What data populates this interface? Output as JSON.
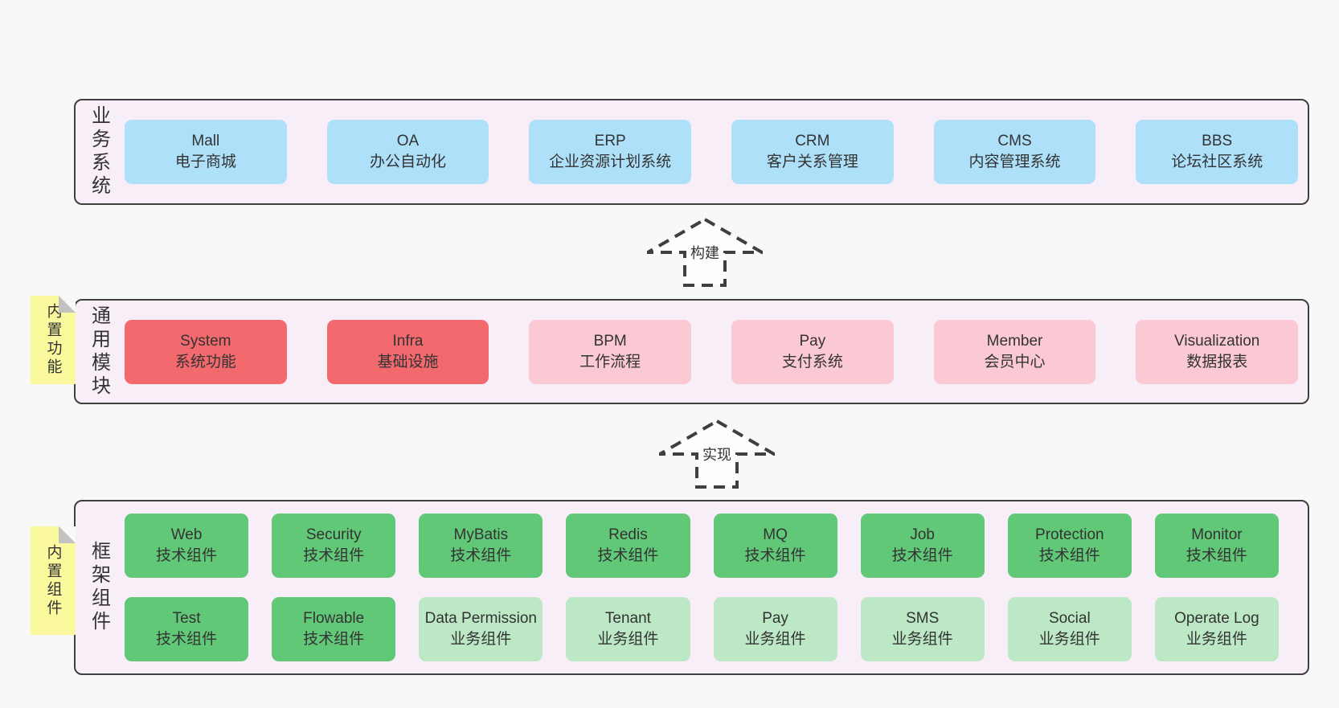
{
  "colors": {
    "page_background": "#f8f8f8",
    "band_background": "#f8eef7",
    "band_border": "#3f3f3f",
    "blue": "#aee0f9",
    "red": "#f2696e",
    "pink": "#fbc9d4",
    "green": "#61c878",
    "green-light": "#bce8c6",
    "sticky": "#fbf99e",
    "text": "#333333"
  },
  "bands": [
    {
      "label": "业务系统",
      "boxes": [
        {
          "name": "Mall",
          "sub": "电子商城",
          "variant": "blue"
        },
        {
          "name": "OA",
          "sub": "办公自动化",
          "variant": "blue"
        },
        {
          "name": "ERP",
          "sub": "企业资源计划系统",
          "variant": "blue"
        },
        {
          "name": "CRM",
          "sub": "客户关系管理",
          "variant": "blue"
        },
        {
          "name": "CMS",
          "sub": "内容管理系统",
          "variant": "blue"
        },
        {
          "name": "BBS",
          "sub": "论坛社区系统",
          "variant": "blue"
        }
      ]
    },
    {
      "label": "通用模块",
      "sticky": "内置功能",
      "boxes": [
        {
          "name": "System",
          "sub": "系统功能",
          "variant": "red"
        },
        {
          "name": "Infra",
          "sub": "基础设施",
          "variant": "red"
        },
        {
          "name": "BPM",
          "sub": "工作流程",
          "variant": "pink"
        },
        {
          "name": "Pay",
          "sub": "支付系统",
          "variant": "pink"
        },
        {
          "name": "Member",
          "sub": "会员中心",
          "variant": "pink"
        },
        {
          "name": "Visualization",
          "sub": "数据报表",
          "variant": "pink"
        }
      ]
    },
    {
      "label": "框架组件",
      "sticky": "内置组件",
      "rows": [
        [
          {
            "name": "Web",
            "sub": "技术组件",
            "variant": "green"
          },
          {
            "name": "Security",
            "sub": "技术组件",
            "variant": "green"
          },
          {
            "name": "MyBatis",
            "sub": "技术组件",
            "variant": "green"
          },
          {
            "name": "Redis",
            "sub": "技术组件",
            "variant": "green"
          },
          {
            "name": "MQ",
            "sub": "技术组件",
            "variant": "green"
          },
          {
            "name": "Job",
            "sub": "技术组件",
            "variant": "green"
          },
          {
            "name": "Protection",
            "sub": "技术组件",
            "variant": "green"
          },
          {
            "name": "Monitor",
            "sub": "技术组件",
            "variant": "green"
          }
        ],
        [
          {
            "name": "Test",
            "sub": "技术组件",
            "variant": "green"
          },
          {
            "name": "Flowable",
            "sub": "技术组件",
            "variant": "green"
          },
          {
            "name": "Data Permission",
            "sub": "业务组件",
            "variant": "green-light"
          },
          {
            "name": "Tenant",
            "sub": "业务组件",
            "variant": "green-light"
          },
          {
            "name": "Pay",
            "sub": "业务组件",
            "variant": "green-light"
          },
          {
            "name": "SMS",
            "sub": "业务组件",
            "variant": "green-light"
          },
          {
            "name": "Social",
            "sub": "业务组件",
            "variant": "green-light"
          },
          {
            "name": "Operate Log",
            "sub": "业务组件",
            "variant": "green-light"
          }
        ]
      ]
    }
  ],
  "arrows": [
    {
      "label": "构建"
    },
    {
      "label": "实现"
    }
  ]
}
